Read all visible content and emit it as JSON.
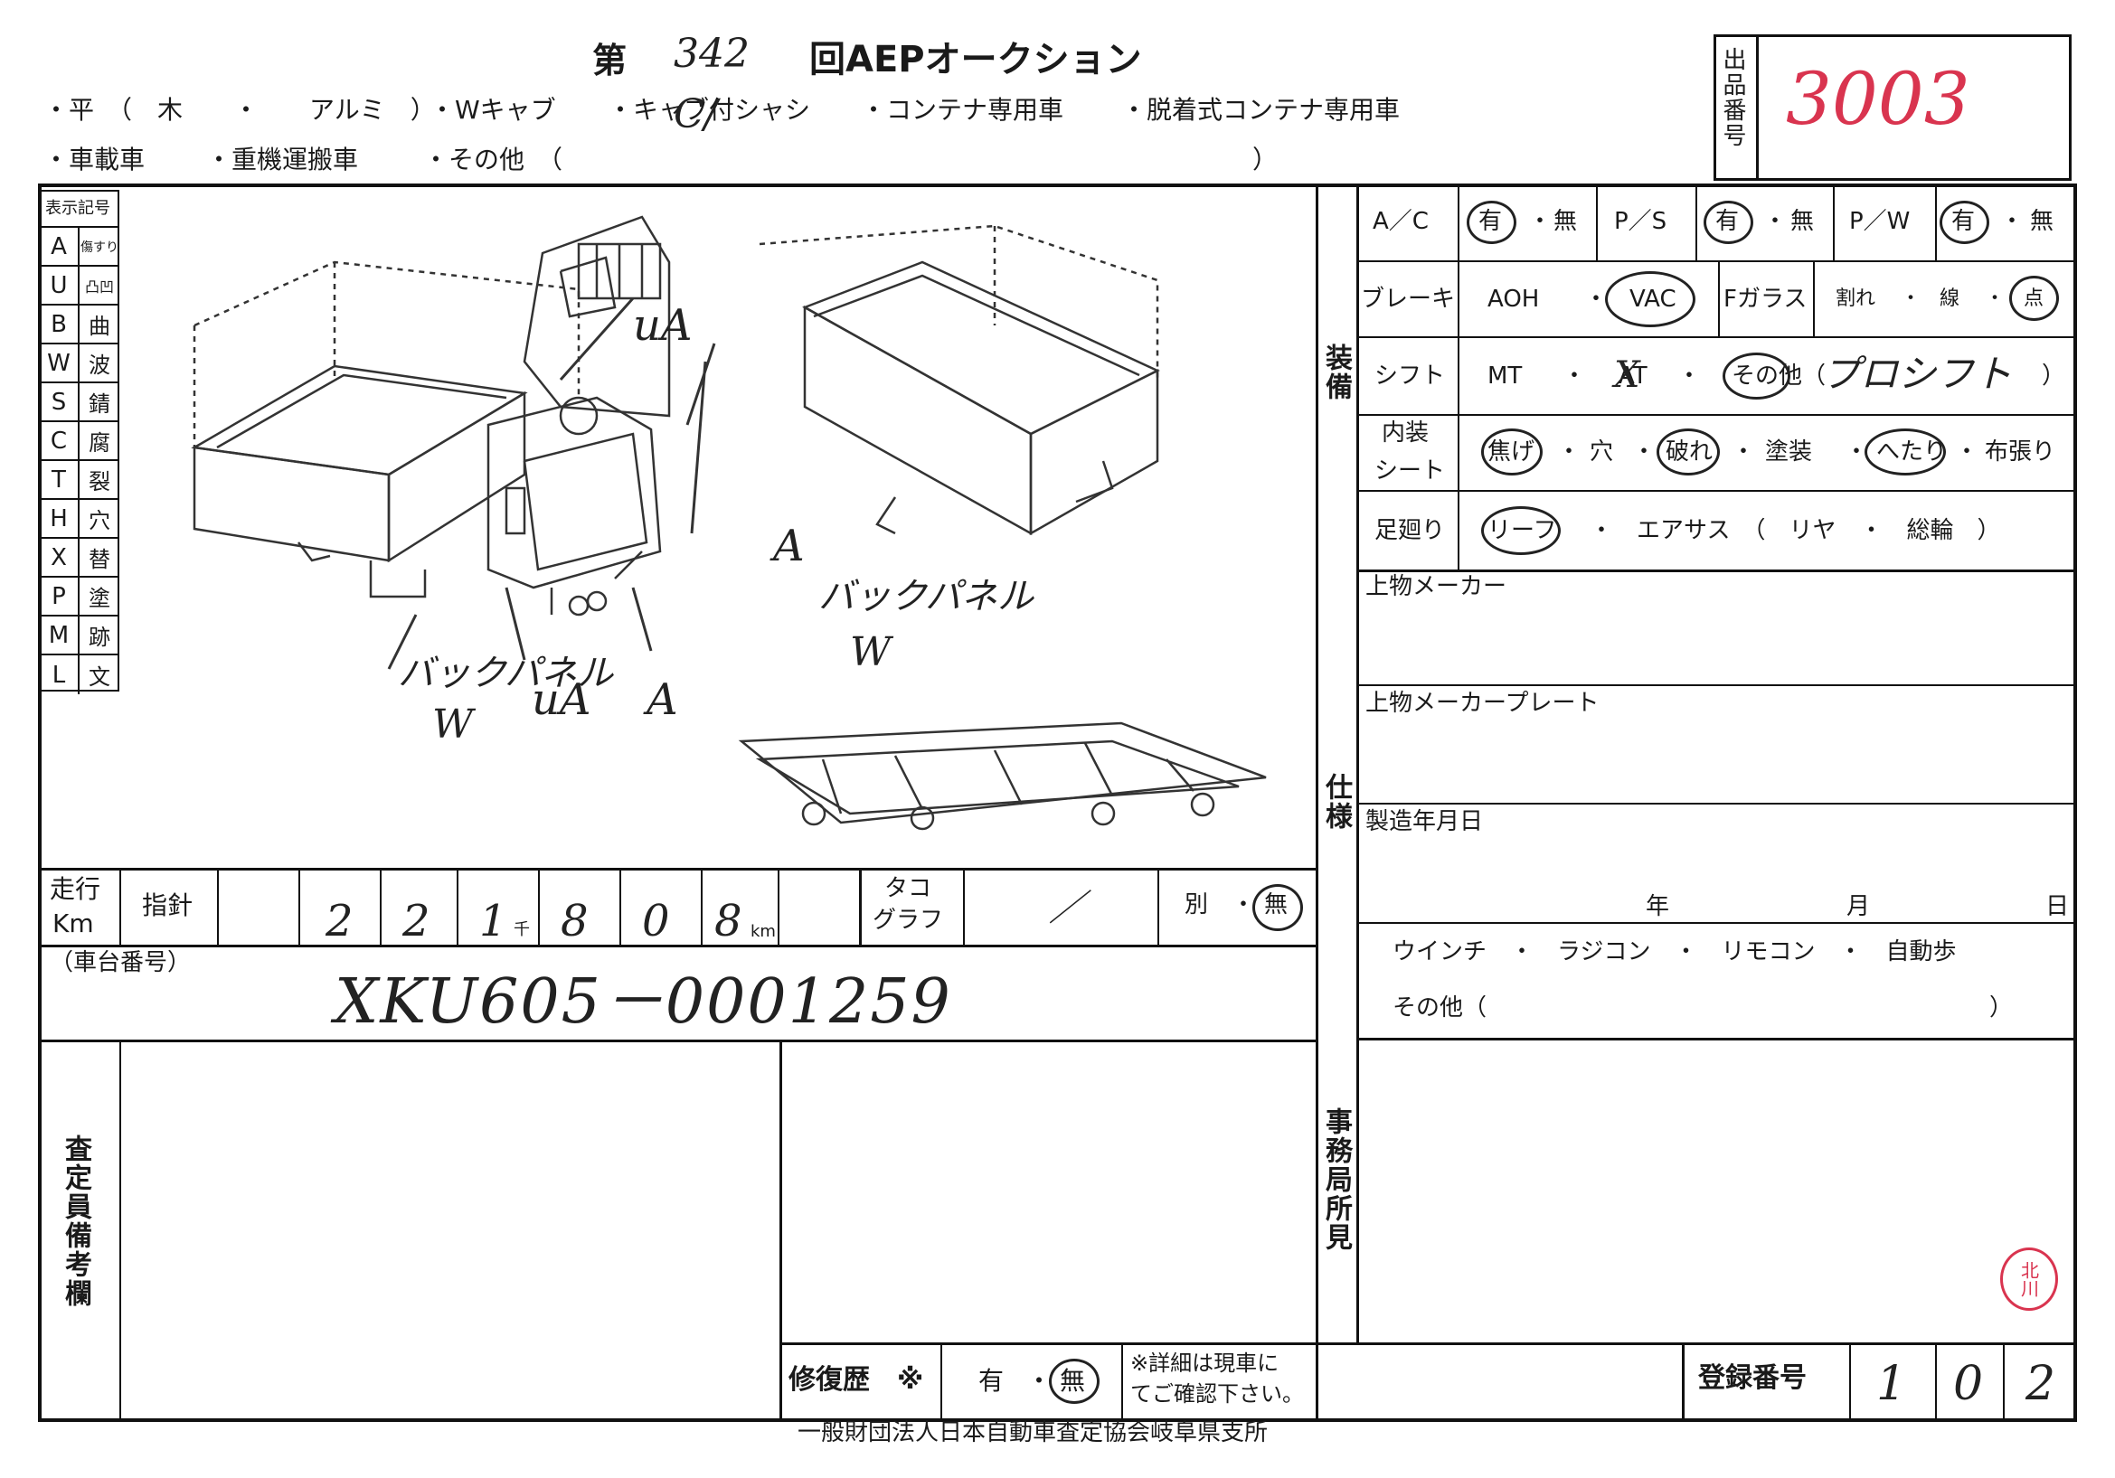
{
  "header": {
    "dai": "第",
    "round_hw": "342",
    "title": "回AEPオークション",
    "lot_label": "出品番号",
    "lot_number_hw": "3003",
    "body_types_row1": [
      "・平　（　木　　・　　アルミ　）",
      "・Wキャブ",
      "・キャブ付シャシ",
      "・コンテナ専用車",
      "・脱着式コンテナ専用車"
    ],
    "body_types_row2": [
      "・車載車",
      "・重機運搬車",
      "・その他　（",
      "）"
    ],
    "cab_hw": "C/"
  },
  "legend": {
    "title": "表示記号",
    "items": [
      {
        "code": "A",
        "meaning": "傷すり"
      },
      {
        "code": "U",
        "meaning": "凸凹"
      },
      {
        "code": "B",
        "meaning": "曲"
      },
      {
        "code": "W",
        "meaning": "波"
      },
      {
        "code": "S",
        "meaning": "錆"
      },
      {
        "code": "C",
        "meaning": "腐"
      },
      {
        "code": "T",
        "meaning": "裂"
      },
      {
        "code": "H",
        "meaning": "穴"
      },
      {
        "code": "X",
        "meaning": "替"
      },
      {
        "code": "P",
        "meaning": "塗"
      },
      {
        "code": "M",
        "meaning": "跡"
      },
      {
        "code": "L",
        "meaning": "文"
      }
    ]
  },
  "diagram_notes": {
    "ua_top": "uA",
    "a_left": "A",
    "back_panel_right": "バックパネル",
    "w_right": "W",
    "back_panel_left": "バックパネル",
    "w_left": "W",
    "ua_bottom": "uA",
    "a_bottom": "A"
  },
  "equipment": {
    "section_label": "装備",
    "ac": {
      "label": "A／C",
      "yes": "有",
      "dot": "・",
      "no": "無"
    },
    "ps": {
      "label": "P／S",
      "yes": "有",
      "dot": "・",
      "no": "無"
    },
    "pw": {
      "label": "P／W",
      "yes": "有",
      "dot": "・",
      "no": "無"
    },
    "brake": {
      "label": "ブレーキ",
      "opt1": "AOH",
      "dot": "・",
      "opt2": "VAC"
    },
    "fglass": {
      "label": "Fガラス",
      "opt1": "割れ",
      "dot1": "・",
      "opt2": "線",
      "dot2": "・",
      "opt3": "点"
    },
    "shift": {
      "label": "シフト",
      "mt": "MT",
      "dot1": "・",
      "at": "AT",
      "dot2": "・",
      "other": "その他（",
      "other_hw": "プロシフト",
      "close": "）"
    },
    "interior": {
      "label1": "内装",
      "label2": "シート",
      "items": [
        "焦げ",
        "・",
        "穴",
        "・",
        "破れ",
        "・",
        "塗装",
        "・",
        "へたり",
        "・",
        "布張り"
      ]
    },
    "suspension": {
      "label": "足廻り",
      "leaf": "リーフ",
      "dot": "・",
      "air": "エアサス　（　リヤ　・　総輪　）"
    }
  },
  "spec": {
    "section_label": "仕様",
    "maker": "上物メーカー",
    "maker_plate": "上物メーカープレート",
    "mfg_date": "製造年月日",
    "year": "年",
    "month": "月",
    "day": "日",
    "options": "ウインチ　・　ラジコン　・　リモコン　・　自動歩",
    "other_open": "その他（",
    "other_close": "）"
  },
  "mileage": {
    "label1": "走行",
    "label2": "Km",
    "indicator": "指針",
    "digits_hw": [
      "2",
      "2",
      "1",
      "8",
      "0",
      "8"
    ],
    "thousand": "千",
    "km": "km",
    "taco1": "タコ",
    "taco2": "グラフ",
    "slash": "／",
    "betsu": "別　・",
    "nashi": "無"
  },
  "chassis": {
    "label": "（車台番号）",
    "number_hw": "XKU605－0001259"
  },
  "remarks": {
    "inspector_label": "査定員備考欄",
    "office_label": "事務局所見",
    "seal": "北川"
  },
  "repair": {
    "label": "修復歴　※",
    "yes": "有",
    "dot": "・",
    "no": "無",
    "note1": "※詳細は現車に",
    "note2": "てご確認下さい。"
  },
  "registration": {
    "label": "登録番号",
    "digits_hw": [
      "1",
      "0",
      "2"
    ]
  },
  "footer": {
    "org": "一般財団法人日本自動車査定協会岐阜県支所"
  }
}
